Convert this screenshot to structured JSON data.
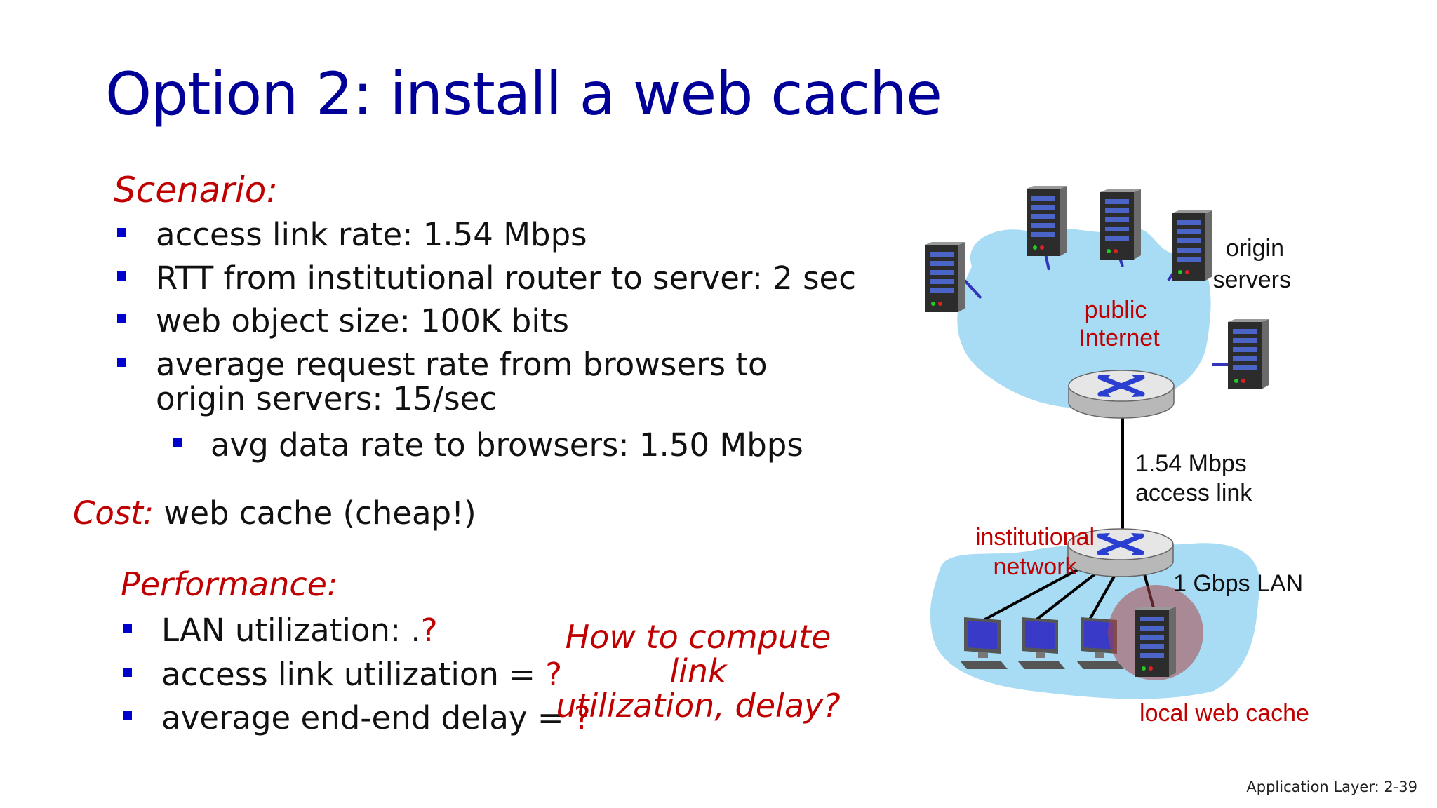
{
  "slide": {
    "title": "Option 2: install a web cache",
    "footer": "Application Layer: 2-39"
  },
  "scenario": {
    "heading": "Scenario:",
    "bullets": [
      "access link rate: 1.54 Mbps",
      "RTT from institutional router to server: 2 sec",
      "web object size: 100K bits",
      "average request rate from browsers to origin servers: 15/sec"
    ],
    "sub_bullet": "avg data rate to browsers: 1.50 Mbps"
  },
  "cost": {
    "label": "Cost:",
    "text": "web cache (cheap!)"
  },
  "performance": {
    "heading": "Performance:",
    "items": [
      {
        "text": "LAN utilization: .",
        "q": "?"
      },
      {
        "text": "access link utilization = ",
        "q": "?"
      },
      {
        "text": "average end-end delay  = ",
        "q": "?"
      }
    ]
  },
  "question": {
    "line1": "How to compute link",
    "line2": "utilization, delay?"
  },
  "diagram": {
    "origin_line1": "origin",
    "origin_line2": "servers",
    "public_line1": "public",
    "public_line2": "Internet",
    "access_line1": "1.54 Mbps",
    "access_line2": "access link",
    "inst_line1": "institutional",
    "inst_line2": "network",
    "lan": "1 Gbps LAN",
    "cache": "local web cache",
    "colors": {
      "cloud": "#a8dcf5",
      "link": "#3333bb",
      "label_red": "#c00000",
      "cache_highlight": "#a84545"
    }
  }
}
